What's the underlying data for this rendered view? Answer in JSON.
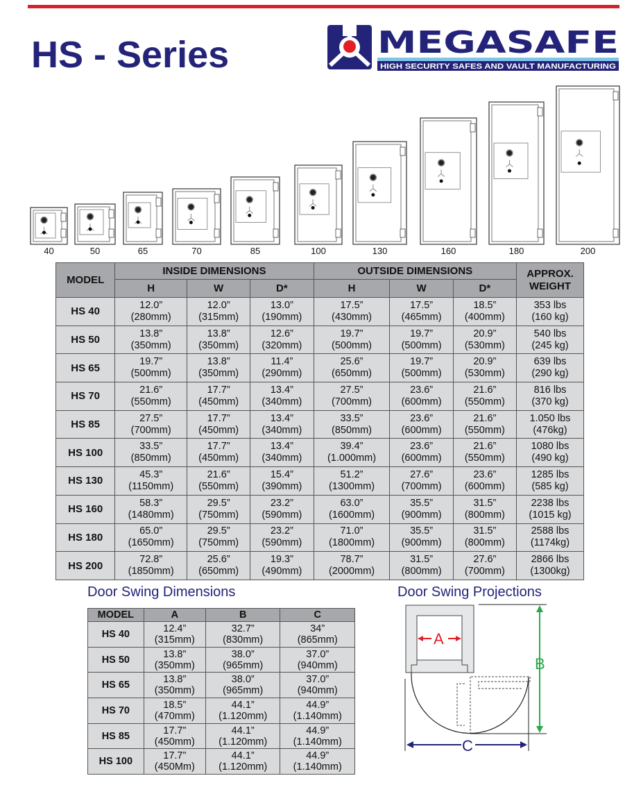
{
  "header": {
    "title": "HS - Series",
    "brand": "MEGASAFE",
    "tagline": "HIGH SECURITY SAFES AND VAULT MANUFACTURING"
  },
  "colors": {
    "navy": "#232379",
    "red": "#d2232a",
    "header_gray": "#a6a8ab",
    "cell_gray": "#d9dadc",
    "green": "#2aa84a"
  },
  "safes": [
    "40",
    "50",
    "65",
    "70",
    "85",
    "100",
    "130",
    "160",
    "180",
    "200"
  ],
  "main_table": {
    "model_label": "MODEL",
    "inside_label": "INSIDE DIMENSIONS",
    "outside_label": "OUTSIDE DIMENSIONS",
    "weight_label": "APPROX. WEIGHT",
    "sub_headers": [
      "H",
      "W",
      "D*",
      "H",
      "W",
      "D*"
    ],
    "rows": [
      {
        "model": "HS 40",
        "cells": [
          [
            "12.0”",
            "(280mm)"
          ],
          [
            "12.0”",
            "(315mm)"
          ],
          [
            "13.0”",
            "(190mm)"
          ],
          [
            "17.5”",
            "(430mm)"
          ],
          [
            "17.5”",
            "(465mm)"
          ],
          [
            "18.5”",
            "(400mm)"
          ],
          [
            "353 lbs",
            "(160 kg)"
          ]
        ]
      },
      {
        "model": "HS 50",
        "cells": [
          [
            "13.8”",
            "(350mm)"
          ],
          [
            "13.8”",
            "(350mm)"
          ],
          [
            "12.6”",
            "(320mm)"
          ],
          [
            "19.7”",
            "(500mm)"
          ],
          [
            "19.7”",
            "(500mm)"
          ],
          [
            "20.9”",
            "(530mm)"
          ],
          [
            "540 lbs",
            "(245 kg)"
          ]
        ]
      },
      {
        "model": "HS 65",
        "cells": [
          [
            "19.7”",
            "(500mm)"
          ],
          [
            "13.8”",
            "(350mm)"
          ],
          [
            "11.4”",
            "(290mm)"
          ],
          [
            "25.6”",
            "(650mm)"
          ],
          [
            "19.7”",
            "(500mm)"
          ],
          [
            "20.9”",
            "(530mm)"
          ],
          [
            "639 lbs",
            "(290 kg)"
          ]
        ]
      },
      {
        "model": "HS 70",
        "cells": [
          [
            "21.6”",
            "(550mm)"
          ],
          [
            "17.7”",
            "(450mm)"
          ],
          [
            "13.4”",
            "(340mm)"
          ],
          [
            "27.5”",
            "(700mm)"
          ],
          [
            "23.6”",
            "(600mm)"
          ],
          [
            "21.6”",
            "(550mm)"
          ],
          [
            "816 lbs",
            "(370 kg)"
          ]
        ]
      },
      {
        "model": "HS 85",
        "cells": [
          [
            "27.5”",
            "(700mm)"
          ],
          [
            "17.7”",
            "(450mm)"
          ],
          [
            "13.4”",
            "(340mm)"
          ],
          [
            "33.5”",
            "(850mm)"
          ],
          [
            "23.6”",
            "(600mm)"
          ],
          [
            "21.6”",
            "(550mm)"
          ],
          [
            "1.050 lbs",
            "(476kg)"
          ]
        ]
      },
      {
        "model": "HS 100",
        "cells": [
          [
            "33.5”",
            "(850mm)"
          ],
          [
            "17.7”",
            "(450mm)"
          ],
          [
            "13.4”",
            "(340mm)"
          ],
          [
            "39.4”",
            "(1.000mm)"
          ],
          [
            "23.6”",
            "(600mm)"
          ],
          [
            "21.6”",
            "(550mm)"
          ],
          [
            "1080 lbs",
            "(490 kg)"
          ]
        ]
      },
      {
        "model": "HS 130",
        "cells": [
          [
            "45.3”",
            "(1150mm)"
          ],
          [
            "21.6”",
            "(550mm)"
          ],
          [
            "15.4”",
            "(390mm)"
          ],
          [
            "51.2”",
            "(1300mm)"
          ],
          [
            "27.6”",
            "(700mm)"
          ],
          [
            "23.6”",
            "(600mm)"
          ],
          [
            "1285 lbs",
            "(585 kg)"
          ]
        ]
      },
      {
        "model": "HS 160",
        "cells": [
          [
            "58.3”",
            "(1480mm)"
          ],
          [
            "29.5”",
            "(750mm)"
          ],
          [
            "23.2”",
            "(590mm)"
          ],
          [
            "63.0”",
            "(1600mm)"
          ],
          [
            "35.5”",
            "(900mm)"
          ],
          [
            "31.5”",
            "(800mm)"
          ],
          [
            "2238 lbs",
            "(1015 kg)"
          ]
        ]
      },
      {
        "model": "HS 180",
        "cells": [
          [
            "65.0”",
            "(1650mm)"
          ],
          [
            "29.5”",
            "(750mm)"
          ],
          [
            "23.2”",
            "(590mm)"
          ],
          [
            "71.0”",
            "(1800mm)"
          ],
          [
            "35.5”",
            "(900mm)"
          ],
          [
            "31.5”",
            "(800mm)"
          ],
          [
            "2588 lbs",
            "(1174kg)"
          ]
        ]
      },
      {
        "model": "HS 200",
        "cells": [
          [
            "72.8”",
            "(1850mm)"
          ],
          [
            "25.6”",
            "(650mm)"
          ],
          [
            "19.3”",
            "(490mm)"
          ],
          [
            "78.7”",
            "(2000mm)"
          ],
          [
            "31.5”",
            "(800mm)"
          ],
          [
            "27.6”",
            "(700mm)"
          ],
          [
            "2866 lbs",
            "(1300kg)"
          ]
        ]
      }
    ]
  },
  "door_swing": {
    "title": "Door Swing Dimensions",
    "headers": [
      "MODEL",
      "A",
      "B",
      "C"
    ],
    "rows": [
      {
        "model": "HS 40",
        "cells": [
          [
            "12.4”",
            "(315mm)"
          ],
          [
            "32.7”",
            "(830mm)"
          ],
          [
            "34”",
            "(865mm)"
          ]
        ]
      },
      {
        "model": "HS 50",
        "cells": [
          [
            "13.8”",
            "(350mm)"
          ],
          [
            "38.0”",
            "(965mm)"
          ],
          [
            "37.0”",
            "(940mm)"
          ]
        ]
      },
      {
        "model": "HS 65",
        "cells": [
          [
            "13.8”",
            "(350mm)"
          ],
          [
            "38.0”",
            "(965mm)"
          ],
          [
            "37.0”",
            "(940mm)"
          ]
        ]
      },
      {
        "model": "HS 70",
        "cells": [
          [
            "18.5”",
            "(470mm)"
          ],
          [
            "44.1”",
            "(1.120mm)"
          ],
          [
            "44.9”",
            "(1.140mm)"
          ]
        ]
      },
      {
        "model": "HS 85",
        "cells": [
          [
            "17.7”",
            "(450mm)"
          ],
          [
            "44.1”",
            "(1.120mm)"
          ],
          [
            "44.9”",
            "(1.140mm)"
          ]
        ]
      },
      {
        "model": "HS 100",
        "cells": [
          [
            "17.7”",
            "(450Mm)"
          ],
          [
            "44.1”",
            "(1.120mm)"
          ],
          [
            "44.9”",
            "(1.140mm)"
          ]
        ]
      }
    ]
  },
  "projections": {
    "title": "Door Swing Projections",
    "label_a": "A",
    "label_b": "B",
    "label_c": "C"
  }
}
